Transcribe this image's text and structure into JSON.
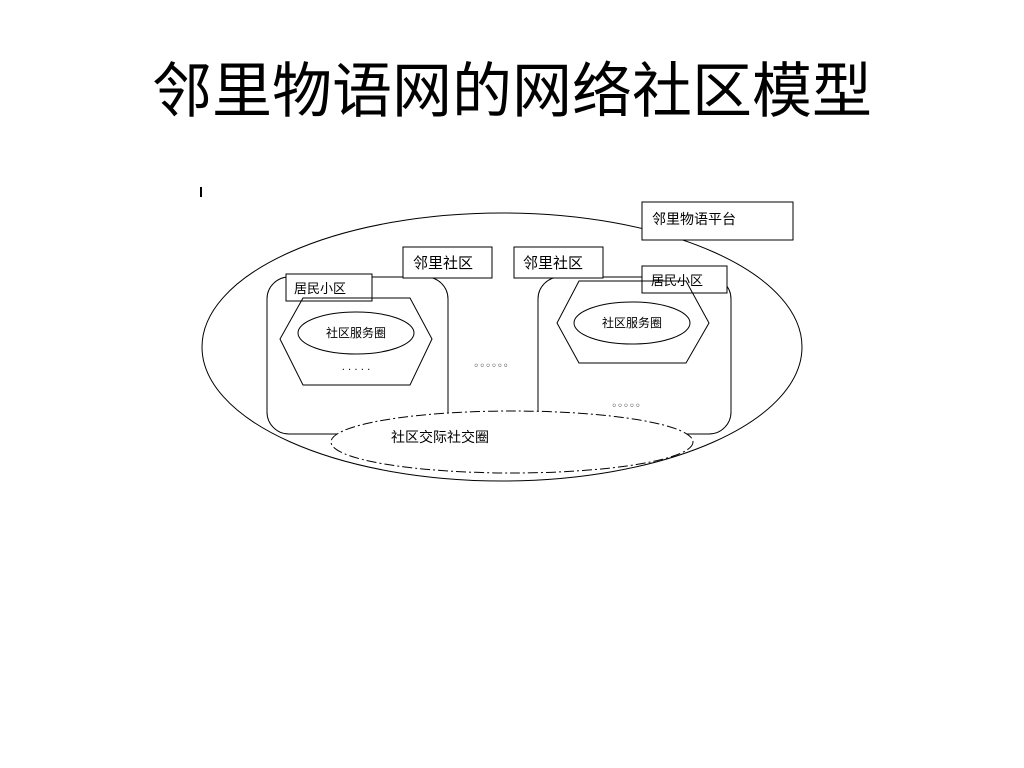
{
  "slide": {
    "title": "邻里物语网的网络社区模型"
  },
  "diagram": {
    "platform_label": "邻里物语平台",
    "left_community": {
      "community_label": "邻里社区",
      "residential_label": "居民小区",
      "service_circle_label": "社区服务圈",
      "ellipsis": "· · · · ·"
    },
    "right_community": {
      "community_label": "邻里社区",
      "residential_label": "居民小区",
      "service_circle_label": "社区服务圈",
      "ellipsis": "◦◦◦◦◦"
    },
    "between_ellipsis": "◦◦◦◦◦◦",
    "social_circle_label": "社区交际社交圈"
  }
}
